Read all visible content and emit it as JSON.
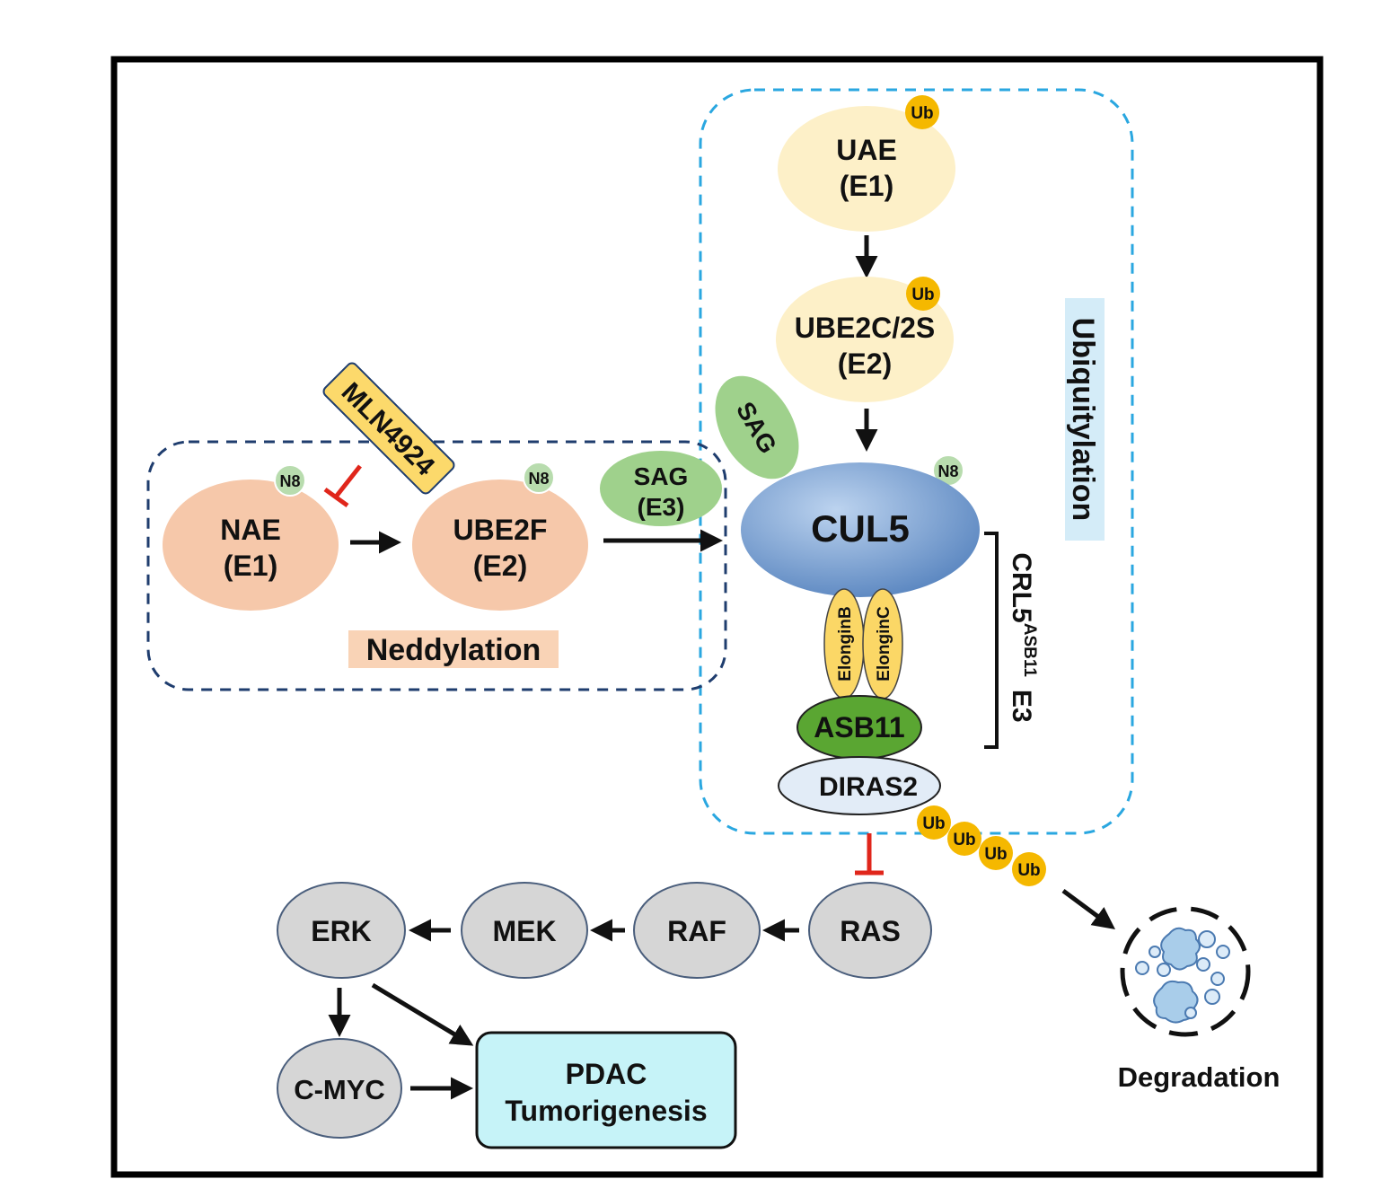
{
  "colors": {
    "frame": "#000000",
    "neddylation_border": "#1f3d6e",
    "ubiquitylation_border": "#2aa7e0",
    "nedd_enzyme": "#f6c8aa",
    "ub_enzyme": "#fdf0c8",
    "sag": "#9fd18c",
    "cul5_light": "#bcd3ef",
    "cul5_dark": "#5a86c0",
    "elongin": "#fbd766",
    "asb11": "#5aa632",
    "diras2": "#e2ecf7",
    "pathway_node": "#d6d6d6",
    "pathway_border": "#4a5e7c",
    "pdac_box": "#c6f3f8",
    "ub_badge": "#f5b800",
    "n8_badge": "#b8dcae",
    "mln_box": "#fcd96b",
    "inhibit": "#e0261b",
    "arrow": "#111111",
    "neddylation_label_bg": "#f9d3b6",
    "ubiquitylation_label_bg": "#d4ecf8"
  },
  "labels": {
    "neddylation": "Neddylation",
    "ubiquitylation": "Ubiquitylation",
    "crl5": "CRL5",
    "crl5_sup": "ASB11",
    "crl5_e3": "E3",
    "degradation": "Degradation"
  },
  "nodes": {
    "nae": {
      "line1": "NAE",
      "line2": "(E1)"
    },
    "ube2f": {
      "line1": "UBE2F",
      "line2": "(E2)"
    },
    "sag_e3": {
      "line1": "SAG",
      "line2": "(E3)"
    },
    "sag": "SAG",
    "uae": {
      "line1": "UAE",
      "line2": "(E1)"
    },
    "ube2c": {
      "line1": "UBE2C/2S",
      "line2": "(E2)"
    },
    "cul5": "CUL5",
    "elonginb": "ElonginB",
    "elonginc": "ElonginC",
    "asb11": "ASB11",
    "diras2": "DIRAS2",
    "mln4924": "MLN4924",
    "ras": "RAS",
    "raf": "RAF",
    "mek": "MEK",
    "erk": "ERK",
    "cmyc": "C-MYC",
    "pdac": {
      "line1": "PDAC",
      "line2": "Tumorigenesis"
    }
  },
  "badges": {
    "ub": "Ub",
    "n8": "N8"
  }
}
